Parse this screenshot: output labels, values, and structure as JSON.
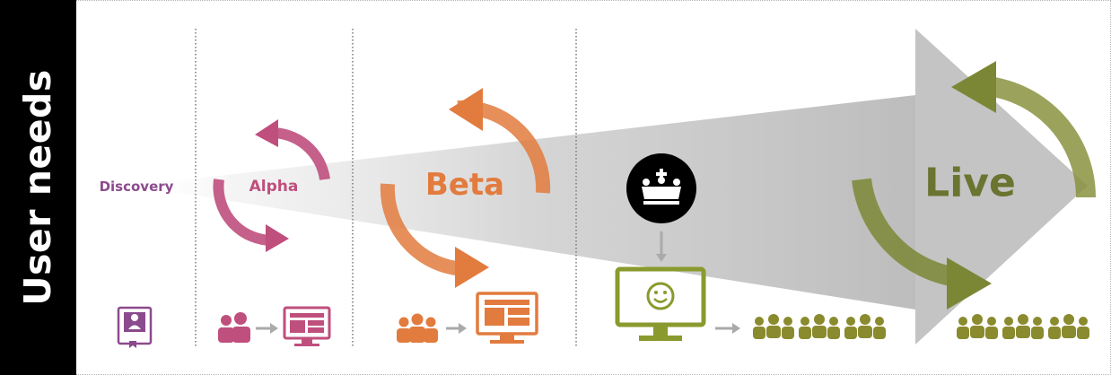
{
  "side_label": "User needs",
  "phases": {
    "discovery": "Discovery",
    "alpha": "Alpha",
    "beta": "Beta",
    "live": "Live"
  },
  "icons": {
    "discovery": "user-guide-book-icon",
    "alpha_team": "small-team-icon",
    "alpha_screen": "prototype-screen-icon",
    "beta_team": "larger-team-icon",
    "beta_screen": "beta-service-screen-icon",
    "crown": "crown-icon",
    "live_screen": "smiley-screen-icon",
    "live_users": "user-crowd-icon"
  },
  "colors": {
    "discovery": "#8c4a8e",
    "alpha": "#bf4f7d",
    "beta": "#e27b3e",
    "live": "#7c8735",
    "wedge": "#c9c9c9"
  }
}
